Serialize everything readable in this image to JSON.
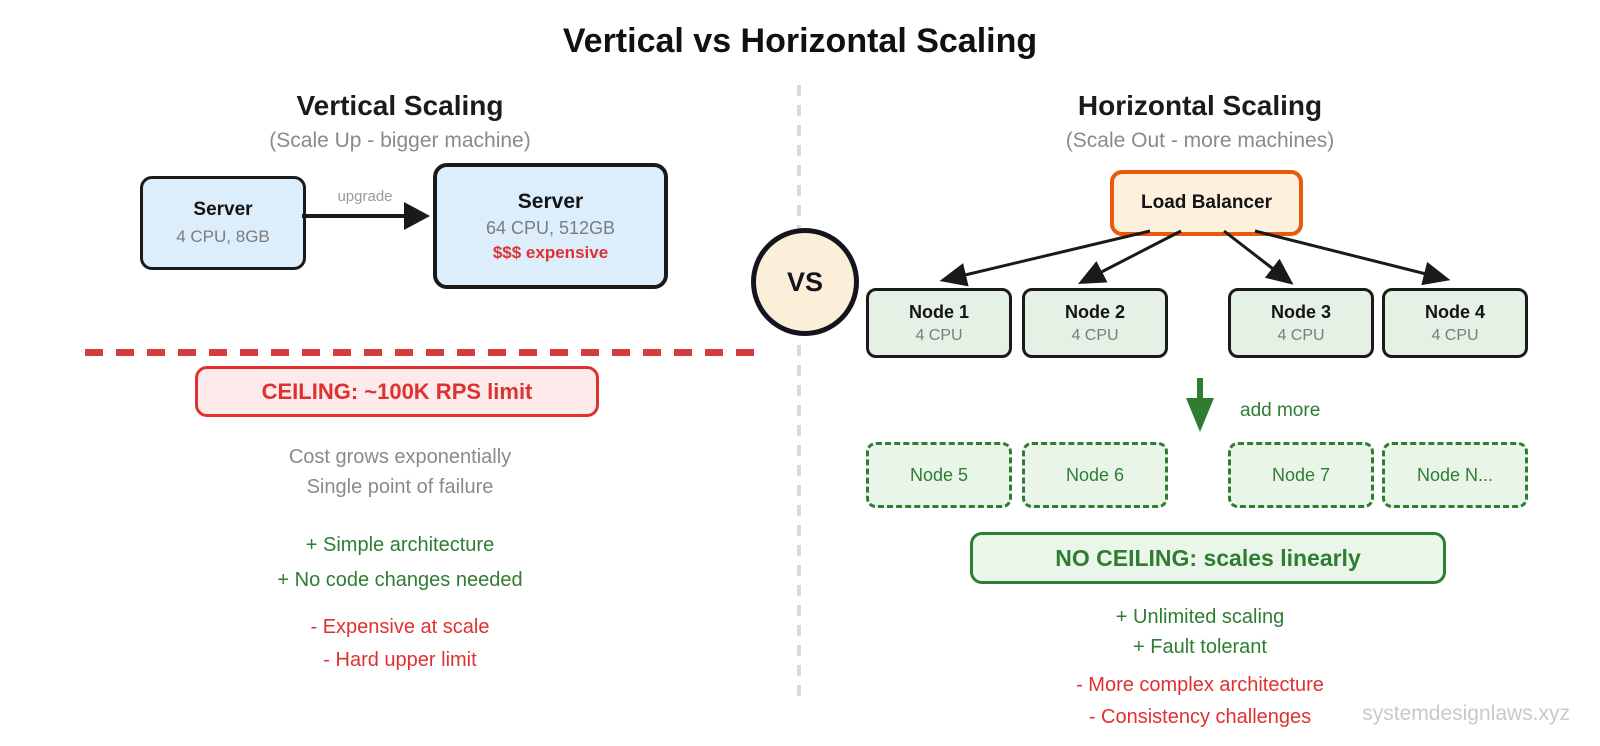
{
  "title": "Vertical vs Horizontal Scaling",
  "vs_label": "VS",
  "watermark": "systemdesignlaws.xyz",
  "left": {
    "heading": "Vertical Scaling",
    "subtitle": "(Scale Up - bigger machine)",
    "small_server": {
      "title": "Server",
      "spec": "4 CPU, 8GB"
    },
    "upgrade_label": "upgrade",
    "big_server": {
      "title": "Server",
      "spec": "64 CPU, 512GB",
      "cost": "$$$ expensive"
    },
    "ceiling_label": "CEILING: ~100K RPS limit",
    "drawbacks_gray": [
      "Cost grows exponentially",
      "Single point of failure"
    ],
    "pros": [
      "+ Simple architecture",
      "+ No code changes needed"
    ],
    "cons": [
      "- Expensive at scale",
      "- Hard upper limit"
    ]
  },
  "right": {
    "heading": "Horizontal Scaling",
    "subtitle": "(Scale Out - more machines)",
    "load_balancer_label": "Load Balancer",
    "nodes": [
      {
        "name": "Node 1",
        "spec": "4 CPU"
      },
      {
        "name": "Node 2",
        "spec": "4 CPU"
      },
      {
        "name": "Node 3",
        "spec": "4 CPU"
      },
      {
        "name": "Node 4",
        "spec": "4 CPU"
      }
    ],
    "add_more_label": "add more",
    "future_nodes": [
      "Node 5",
      "Node 6",
      "Node 7",
      "Node N..."
    ],
    "ceiling_label": "NO CEILING: scales linearly",
    "pros": [
      "+ Unlimited scaling",
      "+ Fault tolerant"
    ],
    "cons": [
      "- More complex architecture",
      "- Consistency challenges"
    ]
  },
  "colors": {
    "server_fill": "#dceefb",
    "dark_border": "#1a1a1a",
    "red_accent": "#e03131",
    "red_dash_line": "#d63b3b",
    "ceiling_fill": "#fdeaea",
    "green_accent": "#2e7d32",
    "node_fill": "#e4f1e4",
    "future_node_fill": "#eaf5ea",
    "no_ceiling_fill": "#ebf6eb",
    "lb_fill": "#fdf0dd",
    "lb_border": "#e8590c",
    "vs_fill": "#fcefd9",
    "gray_text": "#8a8a8a",
    "divider_gray": "#dadada",
    "watermark_gray": "#c9c9c9"
  }
}
